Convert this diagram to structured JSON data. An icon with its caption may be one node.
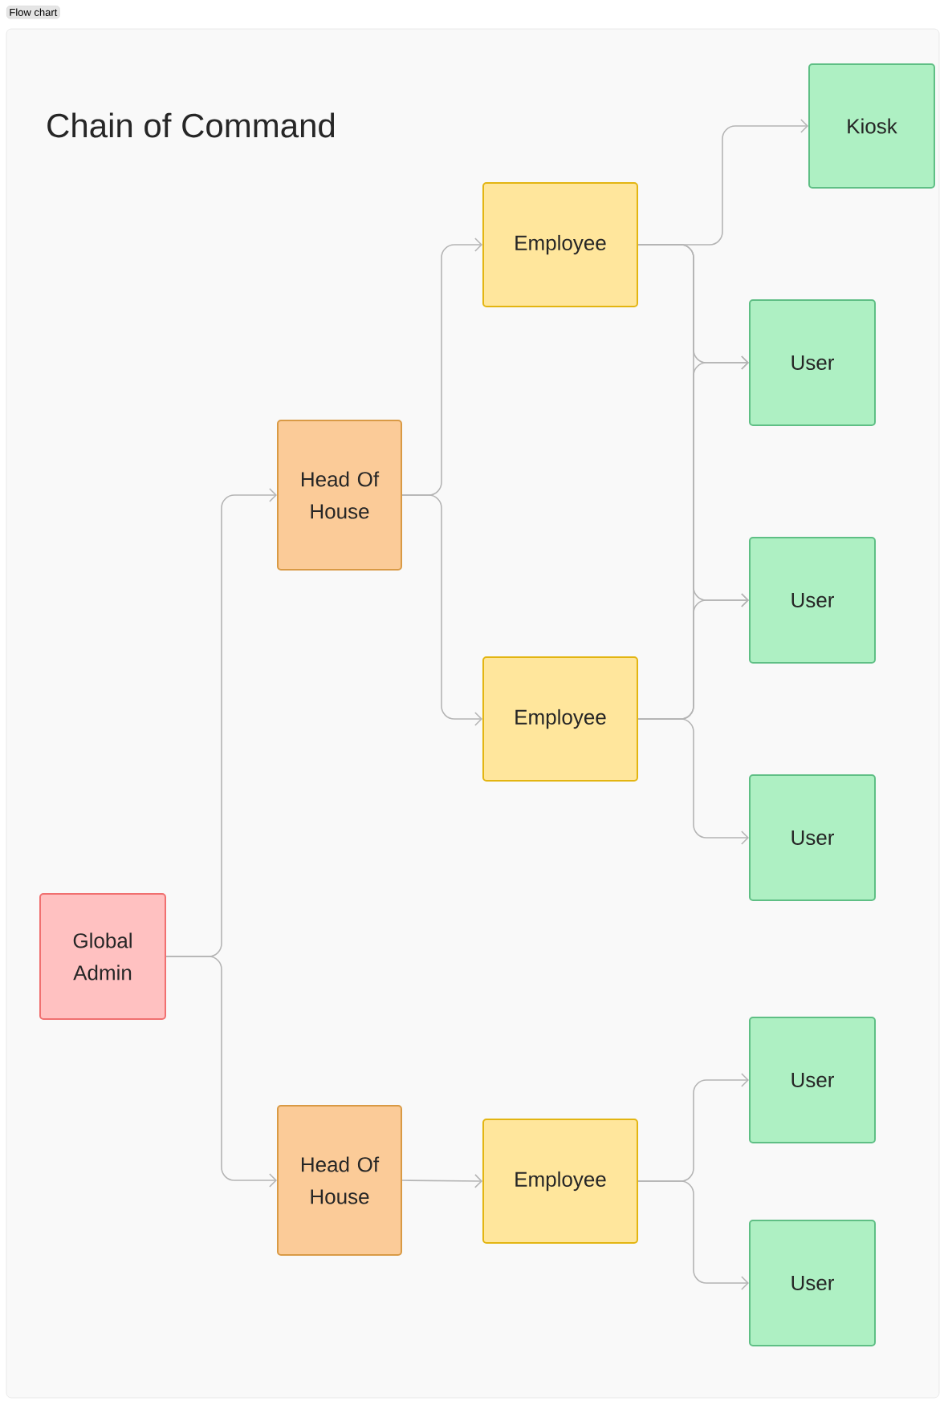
{
  "diagram": {
    "title": "Chain of Command",
    "nodes": [
      {
        "text": [
          "Global Admin"
        ]
      },
      {
        "text": [
          "Head Of House"
        ]
      },
      {
        "text": [
          "Head Of House"
        ]
      },
      {
        "text": [
          "Employee"
        ]
      },
      {
        "text": [
          "Employee"
        ]
      },
      {
        "text": [
          "Employee"
        ]
      },
      {
        "text": [
          "Kiosk"
        ]
      },
      {
        "text": [
          "User"
        ]
      },
      {
        "text": [
          "User"
        ]
      },
      {
        "text": [
          "User"
        ]
      },
      {
        "text": [
          "User"
        ]
      },
      {
        "text": [
          "User"
        ]
      }
    ],
    "edges": [
      {
        "from": 0,
        "to": 1,
        "arrow": "to"
      },
      {
        "from": 0,
        "to": 2,
        "arrow": "to"
      },
      {
        "from": 1,
        "to": 3,
        "arrow": "to"
      },
      {
        "from": 1,
        "to": 4,
        "arrow": "to"
      },
      {
        "from": 3,
        "to": 6,
        "arrow": "to"
      },
      {
        "from": 3,
        "to": 7,
        "arrow": "to"
      },
      {
        "from": 3,
        "to": 8,
        "arrow": "to"
      },
      {
        "from": 4,
        "to": 7,
        "arrow": "to"
      },
      {
        "from": 4,
        "to": 8,
        "arrow": "to"
      },
      {
        "from": 4,
        "to": 9,
        "arrow": "to"
      },
      {
        "from": 2,
        "to": 5,
        "arrow": "to"
      },
      {
        "from": 5,
        "to": 10,
        "arrow": "to"
      },
      {
        "from": 5,
        "to": 11,
        "arrow": "to"
      }
    ],
    "labels": [
      "Flow chart"
    ]
  }
}
